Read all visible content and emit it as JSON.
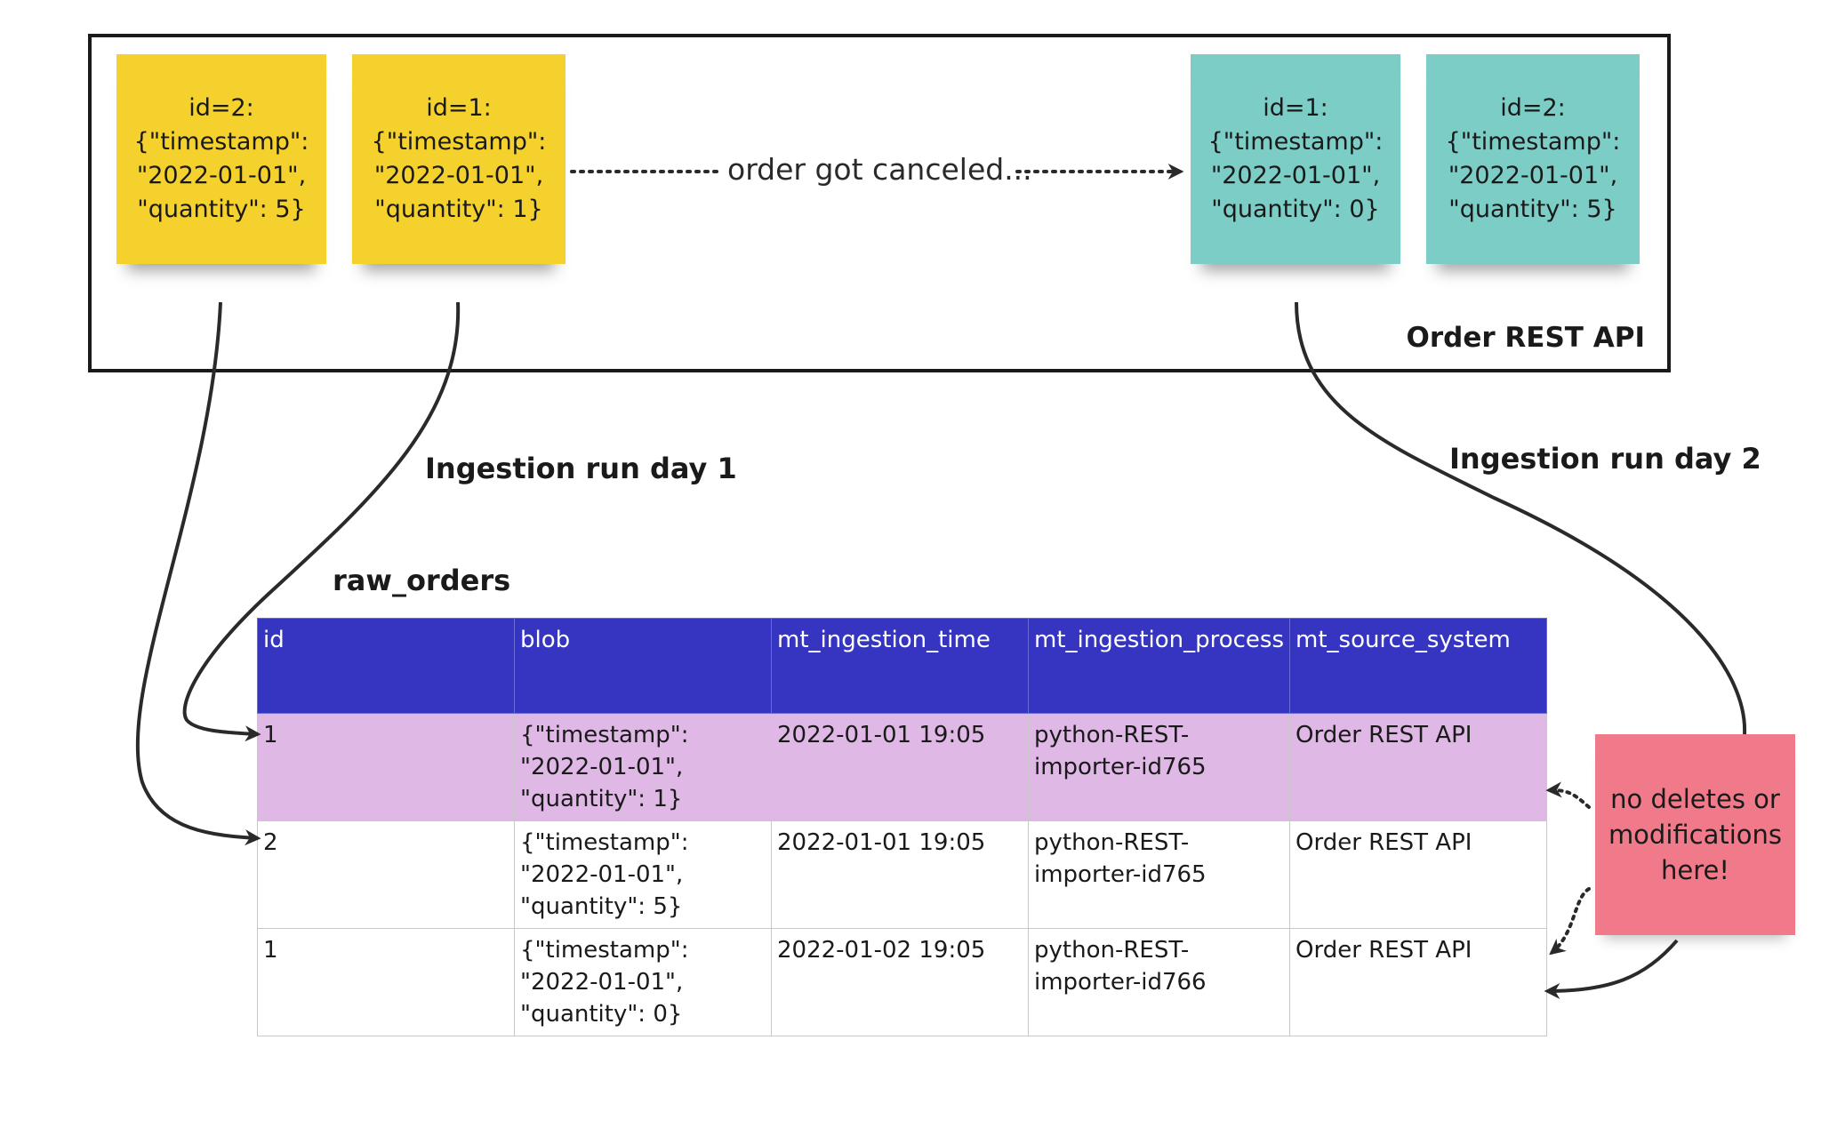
{
  "api": {
    "title": "Order REST API",
    "notes": [
      {
        "color": "#f5d12e",
        "lines": [
          "id=2:",
          "{\"timestamp\":",
          "\"2022-01-01\",",
          "\"quantity\": 5}"
        ]
      },
      {
        "color": "#f5d12e",
        "lines": [
          "id=1:",
          "{\"timestamp\":",
          "\"2022-01-01\",",
          "\"quantity\": 1}"
        ]
      },
      {
        "color": "#7bcdc6",
        "lines": [
          "id=1:",
          "{\"timestamp\":",
          "\"2022-01-01\",",
          "\"quantity\": 0}"
        ]
      },
      {
        "color": "#7bcdc6",
        "lines": [
          "id=2:",
          "{\"timestamp\":",
          "\"2022-01-01\",",
          "\"quantity\": 5}"
        ]
      }
    ],
    "connector_text": "order got canceled..."
  },
  "labels": {
    "run_day1": "Ingestion run day 1",
    "run_day2": "Ingestion run day 2",
    "table_title": "raw_orders"
  },
  "table": {
    "header_color": "#3535c2",
    "highlight_color": "#dfb8e6",
    "columns": [
      "id",
      "blob",
      "mt_ingestion_time",
      "mt_ingestion_process",
      "mt_source_system"
    ],
    "rows": [
      {
        "id": "1",
        "blob": [
          "{\"timestamp\":",
          "\"2022-01-01\",",
          "\"quantity\": 1}"
        ],
        "time": "2022-01-01 19:05",
        "process": [
          "python-REST-",
          "importer-id765"
        ],
        "source": "Order REST API"
      },
      {
        "id": "2",
        "blob": [
          "{\"timestamp\":",
          "\"2022-01-01\",",
          "\"quantity\": 5}"
        ],
        "time": "2022-01-01 19:05",
        "process": [
          "python-REST-",
          "importer-id765"
        ],
        "source": "Order REST API"
      },
      {
        "id": "1",
        "blob": [
          "{\"timestamp\":",
          "\"2022-01-01\",",
          "\"quantity\": 0}"
        ],
        "time": "2022-01-02 19:05",
        "process": [
          "python-REST-",
          "importer-id766"
        ],
        "source": "Order REST API"
      }
    ]
  },
  "note_warning": {
    "color": "#f07a8a",
    "lines": [
      "no deletes or",
      "modifications",
      "here!"
    ]
  }
}
